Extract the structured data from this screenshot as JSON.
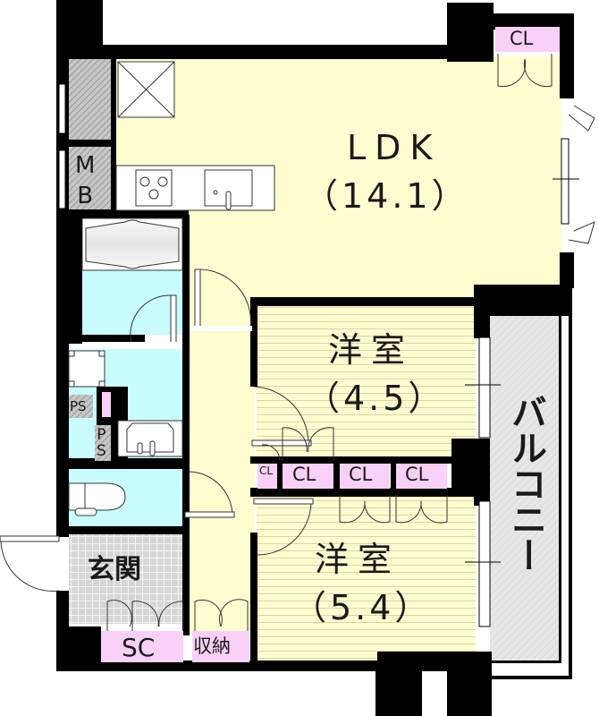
{
  "floor_plan": {
    "layout": "2LDK",
    "colors": {
      "wall": "#000000",
      "living_floor": "#fefdd0",
      "wet_area": "#c8fcfe",
      "closet": "#f9d0f8",
      "balcony": "#e4e4e4",
      "entrance_tile": "#d8d8d8",
      "utility_hatch": "#bfbfbf"
    },
    "rooms": {
      "ldk": {
        "name": "LDK",
        "area": "（14.1）"
      },
      "western_room_1": {
        "name": "洋室",
        "area": "（4.5）"
      },
      "western_room_2": {
        "name": "洋室",
        "area": "（5.4）"
      },
      "entrance": {
        "name": "玄関"
      },
      "balcony": {
        "name": "バルコニー"
      }
    },
    "storage": {
      "ldk_closet": "CL",
      "small_closet": "CL",
      "room1_closet": "CL",
      "room2_closet_a": "CL",
      "room2_closet_b": "CL",
      "shoe_closet": "SC",
      "hall_storage": "収納"
    },
    "utilities": {
      "meter_box_line1": "M",
      "meter_box_line2": "B",
      "pipe_space_1": "PS",
      "pipe_space_2_line1": "P",
      "pipe_space_2_line2": "S"
    }
  }
}
